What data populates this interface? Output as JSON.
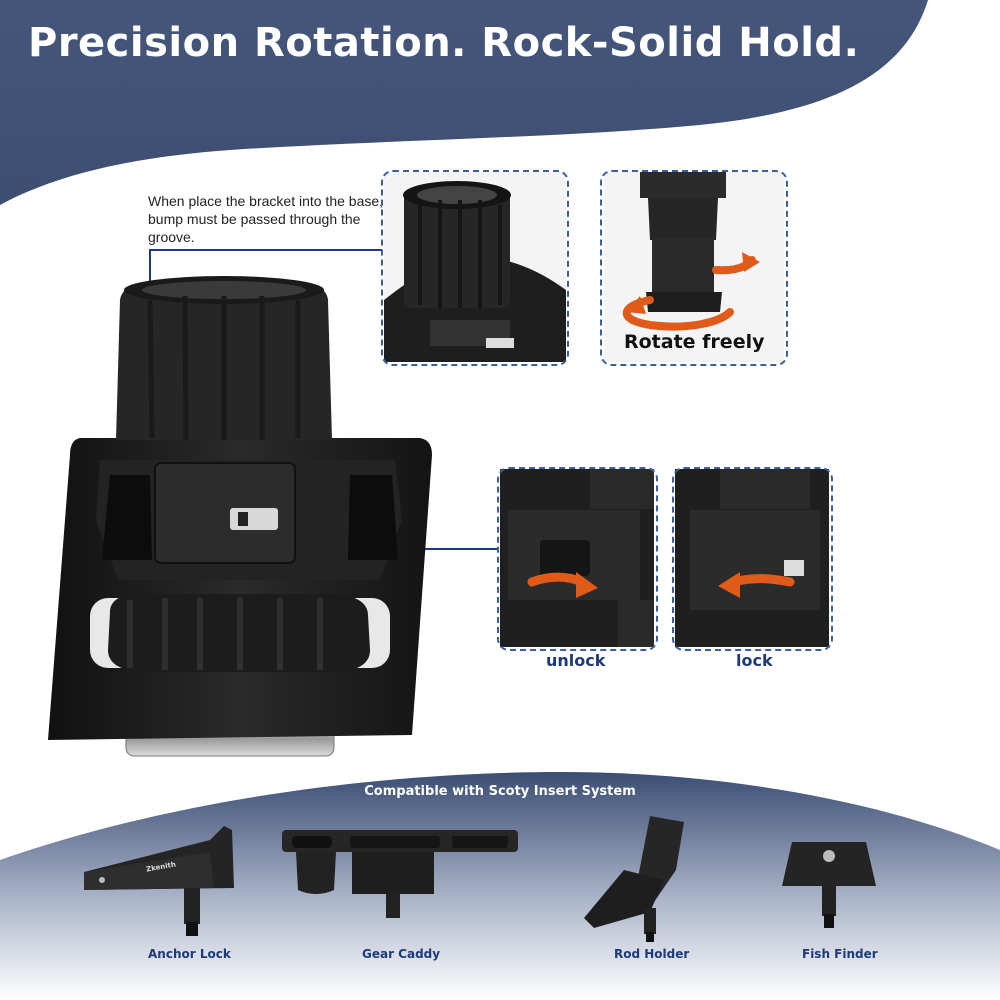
{
  "headline": "Precision Rotation. Rock-Solid Hold.",
  "note": "When place the bracket into the base, bump must be passed through the groove.",
  "rotate_label": "Rotate freely",
  "unlock_label": "unlock",
  "lock_label": "lock",
  "compat_title": "Compatible with Scoty Insert System",
  "accessories": [
    {
      "label": "Anchor Lock"
    },
    {
      "label": "Gear Caddy"
    },
    {
      "label": "Rod Holder"
    },
    {
      "label": "Fish Finder"
    }
  ],
  "brand_mark": "Zkenith",
  "colors": {
    "header_bg": "#45567a",
    "accent_blue": "#1d3a7a",
    "arrow_orange": "#e05a1a",
    "product_black": "#1b1b1b"
  }
}
